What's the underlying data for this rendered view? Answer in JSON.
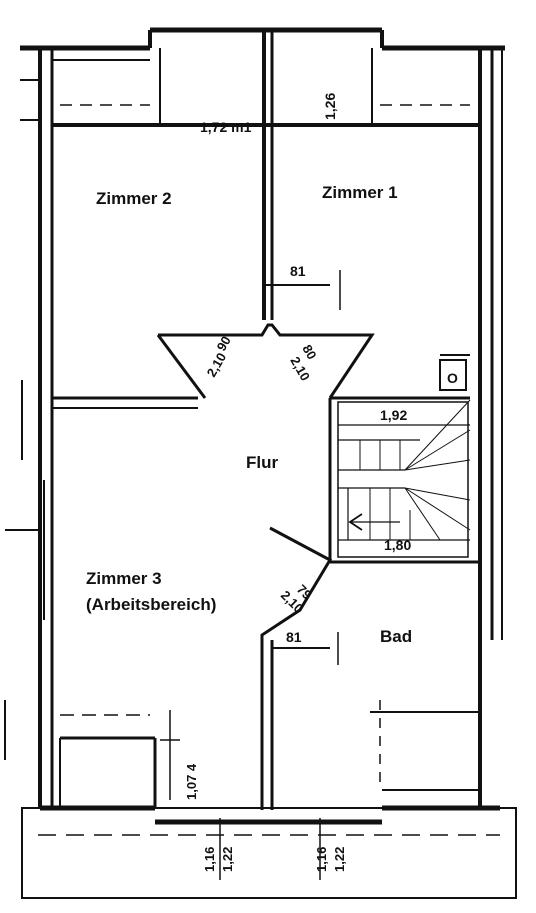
{
  "rooms": {
    "zimmer1": "Zimmer 1",
    "zimmer2": "Zimmer 2",
    "flur": "Flur",
    "zimmer3_line1": "Zimmer 3",
    "zimmer3_line2": "(Arbeitsbereich)",
    "bad": "Bad"
  },
  "dimensions": {
    "window_top": "1,72 m1",
    "window_top_height": "1,26",
    "door_z1_width": "81",
    "door_z2_a": "90",
    "door_z2_b": "2,10",
    "door_z1_a": "80",
    "door_z1_b": "2,10",
    "stair_top": "1,92",
    "stair_bottom": "1,80",
    "door_z3_a": "79",
    "door_z3_b": "2,10",
    "door_bad_width": "81",
    "window_left_lower": "1,07 4",
    "window_bottom_left_a": "1,16",
    "window_bottom_left_b": "1,22",
    "window_bottom_right_a": "1,16",
    "window_bottom_right_b": "1,22"
  },
  "symbols": {
    "chimney": "O"
  }
}
